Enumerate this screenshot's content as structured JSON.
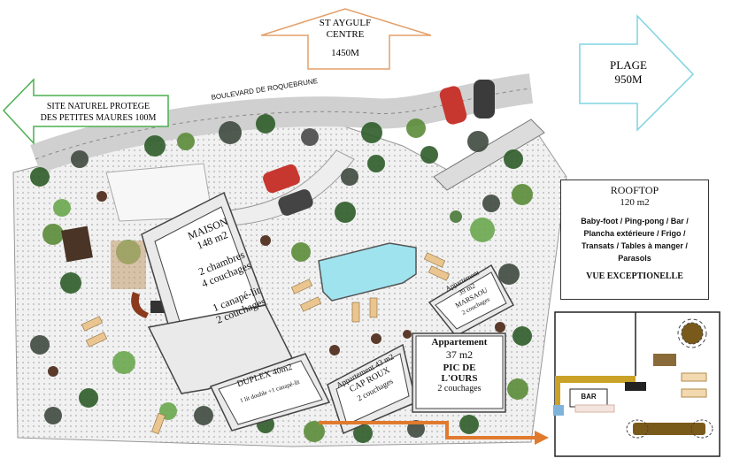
{
  "arrows": {
    "centre": {
      "line1": "ST AYGULF",
      "line2": "CENTRE",
      "distance": "1450M",
      "color": "#e3a06b"
    },
    "plage": {
      "line1": "PLAGE",
      "line2": "950M",
      "color": "#7fd3e2"
    },
    "site": {
      "line1": "SITE NATUREL PROTEGE",
      "line2": "DES PETITES MAURES 100M",
      "color": "#4caf50"
    }
  },
  "road": {
    "label": "BOULEVARD DE ROQUEBRUNE"
  },
  "maison": {
    "title": "MAISON",
    "area": "148 m2",
    "rooms1": "2 chambres",
    "rooms2": "4 couchages",
    "sofa1": "1 canapé-lit",
    "sofa2": "2 couchages"
  },
  "duplex": {
    "title": "DUPLEX 40m2",
    "beds": "1 lit double +1 canapé-lit"
  },
  "cap_roux": {
    "line1": "Appartement 43 m2",
    "line2": "CAP ROUX",
    "line3": "2 couchages"
  },
  "marsaou": {
    "line1": "Appartement",
    "line2": "39 m2",
    "line3": "MARSAOU",
    "line4": "2 couchages"
  },
  "pic_ours": {
    "line1": "Appartement",
    "line2": "37 m2",
    "line3": "PIC DE",
    "line4": "L'OURS",
    "line5": "2 couchages"
  },
  "rooftop": {
    "title": "ROOFTOP",
    "area": "120 m2",
    "amenities": [
      "Baby-foot / Ping-pong / Bar /",
      "Plancha extérieure / Frigo /",
      "Transats / Tables à manger /",
      "Parasols"
    ],
    "view": "VUE EXCEPTIONELLE"
  },
  "bar": {
    "label": "BAR"
  },
  "colors": {
    "path_arrow": "#e07a2e",
    "pool": "#9fe3ef",
    "wood": "#7a5a1a"
  }
}
